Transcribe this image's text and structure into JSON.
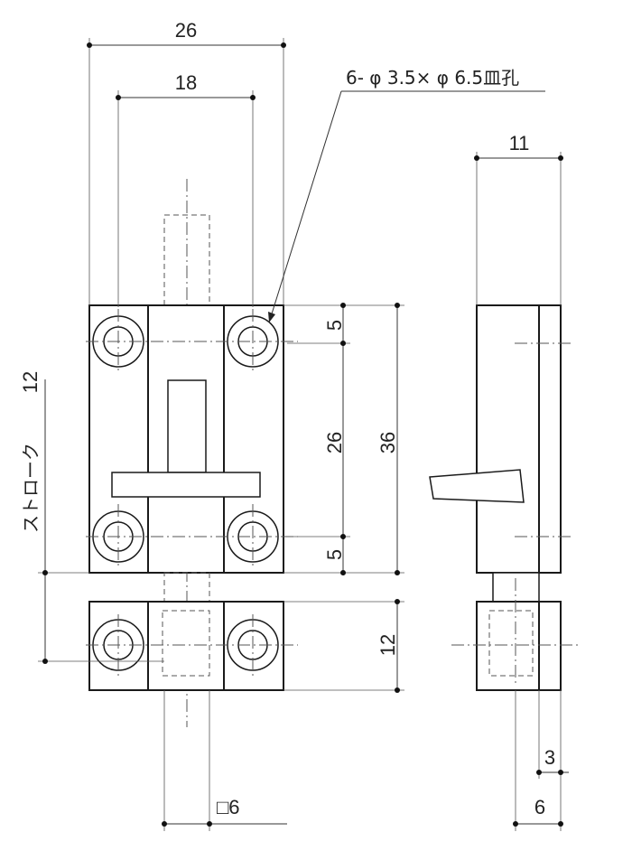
{
  "dimensions": {
    "overall_width": "26",
    "hole_pitch": "18",
    "hole_spec": "6- φ 3.5× φ 6.5皿孔",
    "depth": "11",
    "top_margin": "5",
    "hole_spacing_v": "26",
    "overall_height": "36",
    "bottom_margin": "5",
    "stroke_label": "ストローク",
    "stroke_value": "12",
    "keeper_height": "12",
    "bolt_square": "□6",
    "offset_small": "3",
    "offset_6": "6"
  },
  "colors": {
    "line": "#1a1a1a",
    "background": "#ffffff"
  }
}
